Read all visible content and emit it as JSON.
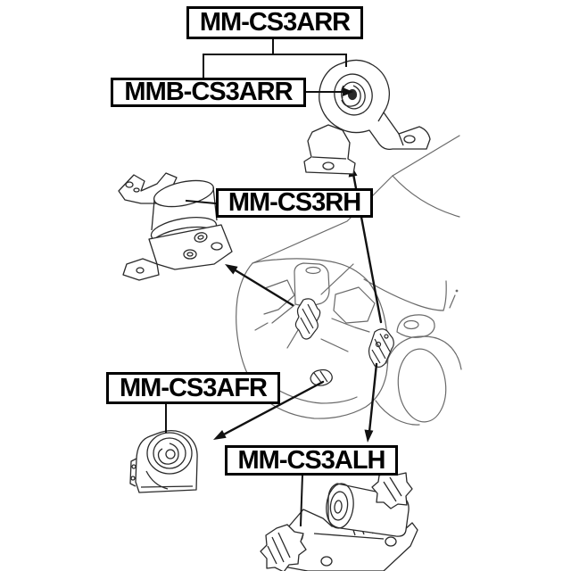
{
  "diagram": {
    "type": "vehicle-engine-mount-parts-diagram",
    "labels": {
      "rear_mount": "MM-CS3ARR",
      "rear_mount_bushing": "MMB-CS3ARR",
      "right_mount": "MM-CS3RH",
      "front_mount": "MM-CS3AFR",
      "left_mount": "MM-CS3ALH"
    },
    "colors": {
      "background": "#ffffff",
      "label_border": "#000000",
      "label_text": "#000000",
      "part_line": "#2a2a2a",
      "car_line": "#6a6a6a",
      "arrow_line": "#111111"
    }
  }
}
